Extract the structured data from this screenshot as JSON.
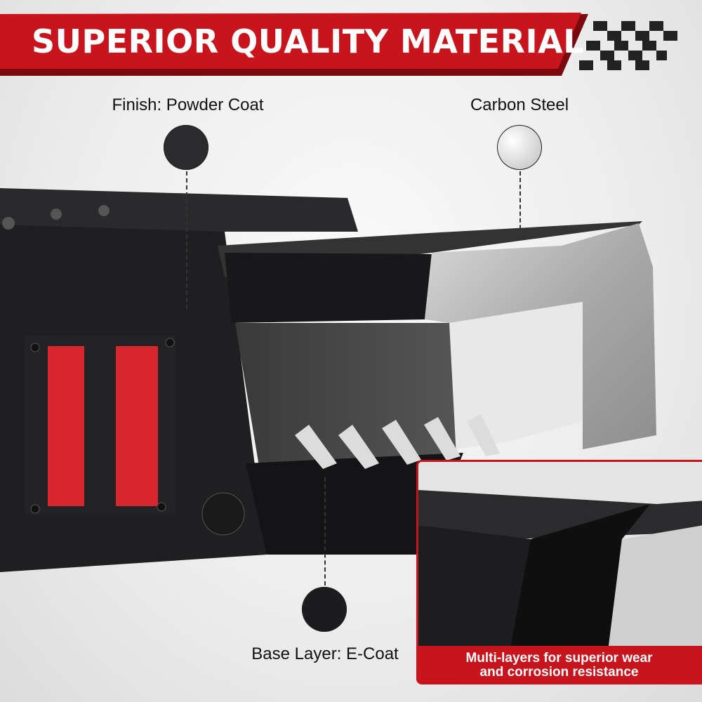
{
  "banner": {
    "title": "SUPERIOR QUALITY MATERIAL"
  },
  "callouts": {
    "finish": "Finish: Powder Coat",
    "steel": "Carbon Steel",
    "base": "Base Layer: E-Coat"
  },
  "inset": {
    "caption_line1": "Multi-layers for superior wear",
    "caption_line2": "and corrosion resistance"
  },
  "colors": {
    "accent": "#c8141c",
    "dark": "#1c1c1e",
    "reflector": "#d8262c"
  }
}
